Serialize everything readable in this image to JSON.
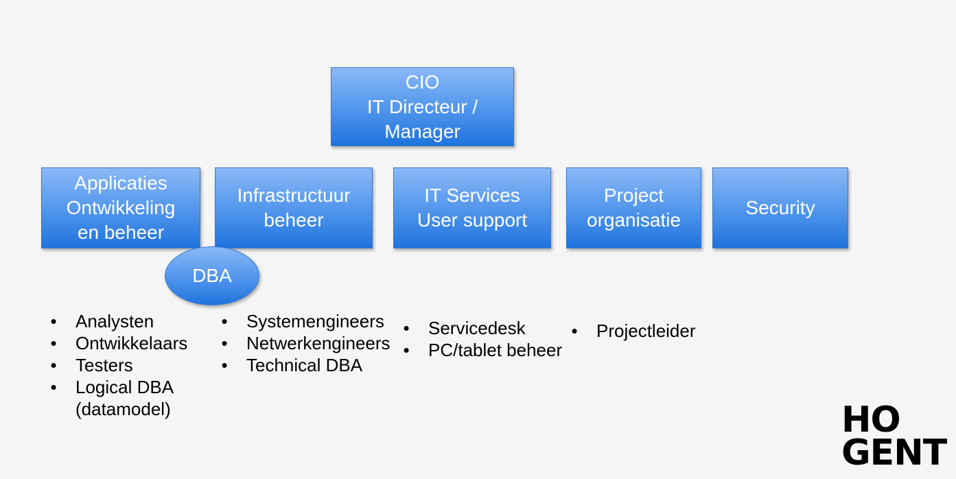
{
  "top": {
    "lines": [
      "CIO",
      "IT Directeur /",
      "Manager"
    ]
  },
  "departments": [
    {
      "lines": [
        "Applicaties",
        "Ontwikkeling",
        "en beheer"
      ]
    },
    {
      "lines": [
        "Infrastructuur",
        "beheer"
      ]
    },
    {
      "lines": [
        "IT Services",
        "User support"
      ]
    },
    {
      "lines": [
        "Project",
        "organisatie"
      ]
    },
    {
      "lines": [
        "Security"
      ]
    }
  ],
  "dba": {
    "label": "DBA"
  },
  "lists": [
    {
      "items": [
        "Analysten",
        "Ontwikkelaars",
        "Testers",
        "Logical DBA\n(datamodel)"
      ]
    },
    {
      "items": [
        "Systemengineers",
        "Netwerkengineers",
        "Technical DBA"
      ]
    },
    {
      "items": [
        "Servicedesk",
        "PC/tablet beheer"
      ]
    },
    {
      "items": [
        "Projectleider"
      ]
    }
  ],
  "bullet_char": "•",
  "logo": {
    "line1": "HO",
    "line2": "GENT"
  },
  "colors": {
    "box_top": "#8ab8f6",
    "box_bottom": "#1f74dd",
    "box_text": "#ffffff",
    "background": "#f5f5f5"
  }
}
